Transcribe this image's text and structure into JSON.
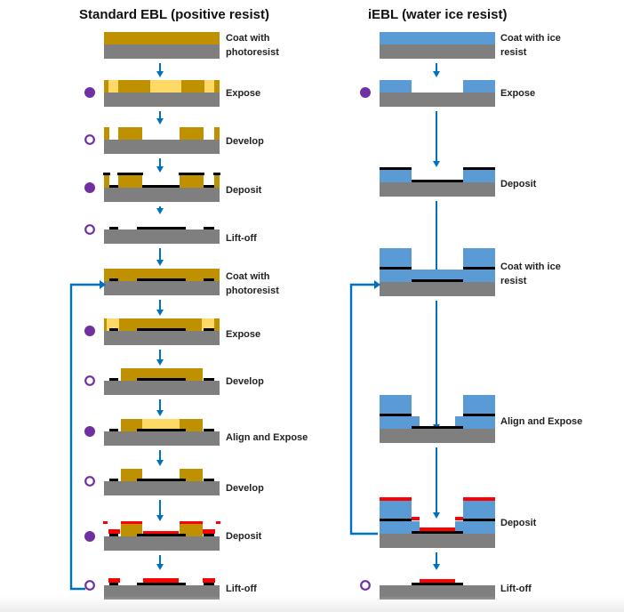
{
  "colors": {
    "substrate": "#7f7f7f",
    "photoresist": "#bf9000",
    "exposed_resist": "#ffd966",
    "ice_resist": "#5b9bd5",
    "metal_layer_1": "#000000",
    "metal_layer_2": "#ff0000",
    "arrow": "#0070c0",
    "marker": "#7030a0"
  },
  "columns": [
    {
      "title": "Standard EBL (positive resist)",
      "steps": [
        {
          "label_lines": [
            "Coat with",
            "photoresist"
          ],
          "marker": "none"
        },
        {
          "label_lines": [
            "Expose"
          ],
          "marker": "filled-circle"
        },
        {
          "label_lines": [
            "Develop"
          ],
          "marker": "hollow-circle"
        },
        {
          "label_lines": [
            "Deposit"
          ],
          "marker": "filled-circle"
        },
        {
          "label_lines": [
            "Lift-off"
          ],
          "marker": "hollow-circle"
        },
        {
          "label_lines": [
            "Coat with",
            "photoresist"
          ],
          "marker": "none"
        },
        {
          "label_lines": [
            "Expose"
          ],
          "marker": "filled-circle"
        },
        {
          "label_lines": [
            "Develop"
          ],
          "marker": "hollow-circle"
        },
        {
          "label_lines": [
            "Align and Expose"
          ],
          "marker": "filled-circle"
        },
        {
          "label_lines": [
            "Develop"
          ],
          "marker": "hollow-circle"
        },
        {
          "label_lines": [
            "Deposit"
          ],
          "marker": "filled-circle"
        },
        {
          "label_lines": [
            "Lift-off"
          ],
          "marker": "hollow-circle"
        }
      ]
    },
    {
      "title": "iEBL (water ice resist)",
      "steps": [
        {
          "label_lines": [
            "Coat with ice",
            "resist"
          ],
          "marker": "none"
        },
        {
          "label_lines": [
            "Expose"
          ],
          "marker": "filled-circle"
        },
        {
          "label_lines": [
            "Deposit"
          ],
          "marker": "none"
        },
        {
          "label_lines": [
            "Coat with ice",
            "resist"
          ],
          "marker": "none"
        },
        {
          "label_lines": [
            "Align and Expose"
          ],
          "marker": "none"
        },
        {
          "label_lines": [
            "Deposit"
          ],
          "marker": "none"
        },
        {
          "label_lines": [
            "Lift-off"
          ],
          "marker": "hollow-circle"
        }
      ]
    }
  ]
}
